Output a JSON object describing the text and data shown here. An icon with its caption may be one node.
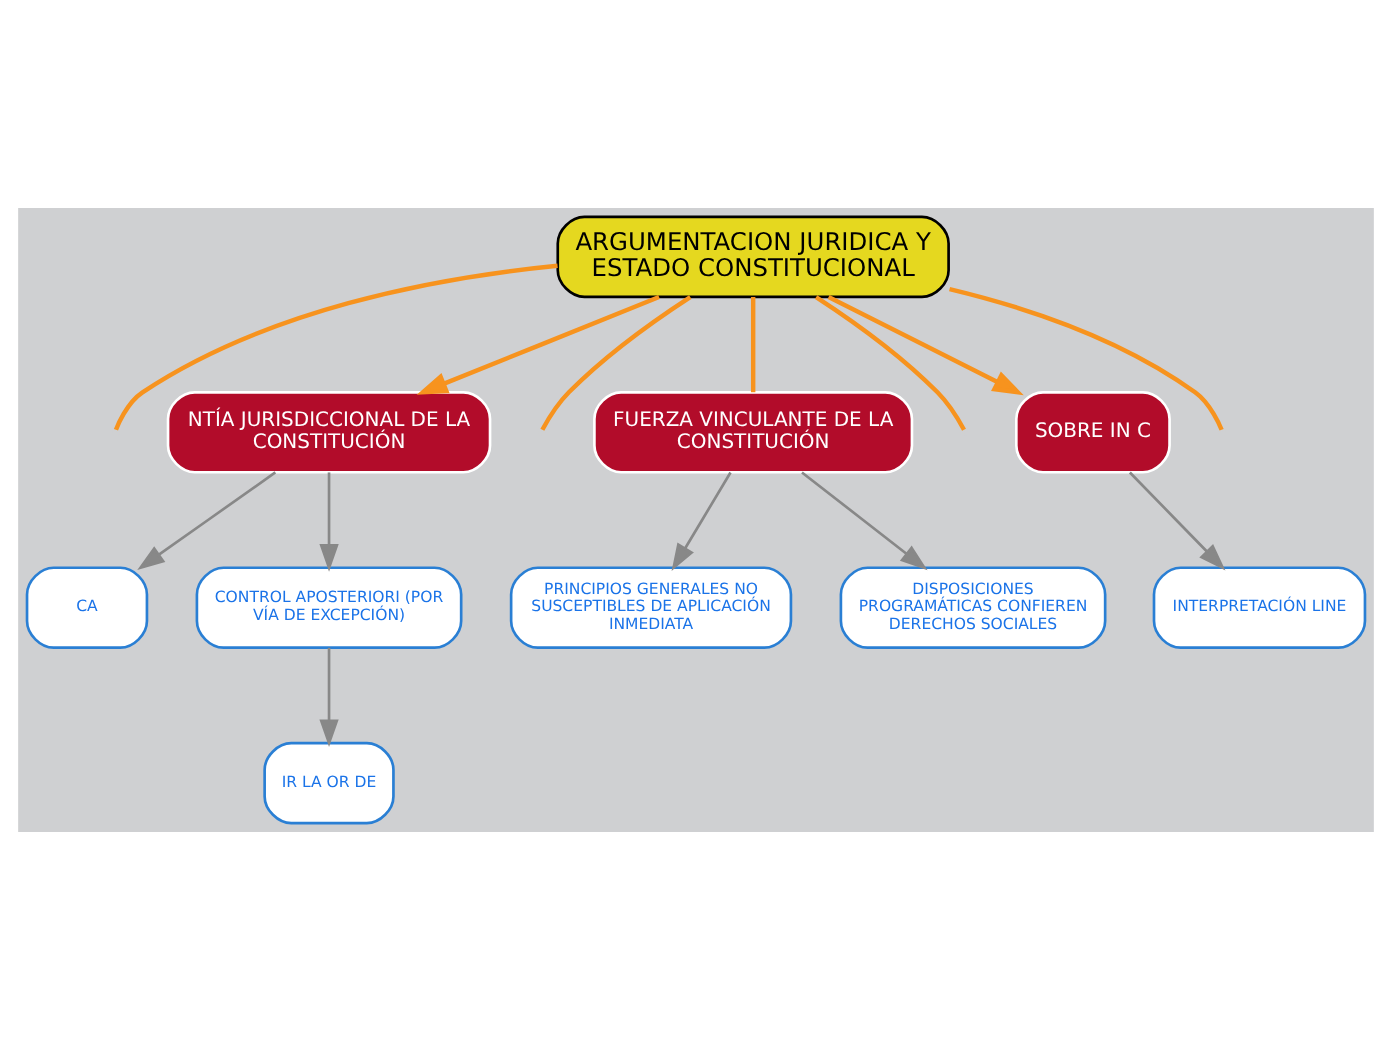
{
  "diagram": {
    "nodes": [
      {
        "text": [
          "ARGUMENTACION JURIDICA Y ESTADO CONSTITUCIONAL"
        ]
      },
      {
        "text": [
          "NTÍA JURISDICCIONAL DE LA CONSTITUCIÓN"
        ]
      },
      {
        "text": [
          "CA"
        ]
      },
      {
        "text": [
          "CONTROL APOSTERIORI (POR VÍA DE EXCEPCIÓN)"
        ]
      },
      {
        "text": [
          "IR LA OR DE"
        ]
      },
      {
        "text": [
          "FUERZA VINCULANTE DE LA CONSTITUCIÓN"
        ]
      },
      {
        "text": [
          "PRINCIPIOS GENERALES NO SUSCEPTIBLES DE APLICACIÓN INMEDIATA"
        ]
      },
      {
        "text": [
          "DISPOSICIONES PROGRAMÁTICAS CONFIEREN DERECHOS SOCIALES"
        ]
      },
      {
        "text": [
          "SOBRE IN C"
        ]
      },
      {
        "text": [
          "INTERPRETACIÓN LINE"
        ]
      }
    ],
    "edges": [
      {
        "from": 0,
        "to": null,
        "arrow": "none",
        "color": "#f7931e"
      },
      {
        "from": 0,
        "to": 1,
        "arrow": "to",
        "color": "#f7931e"
      },
      {
        "from": 0,
        "to": null,
        "arrow": "none",
        "color": "#f7931e"
      },
      {
        "from": 0,
        "to": 5,
        "arrow": "none",
        "color": "#f7931e"
      },
      {
        "from": 0,
        "to": null,
        "arrow": "none",
        "color": "#f7931e"
      },
      {
        "from": 0,
        "to": 8,
        "arrow": "to",
        "color": "#f7931e"
      },
      {
        "from": 0,
        "to": null,
        "arrow": "none",
        "color": "#f7931e"
      },
      {
        "from": 1,
        "to": 2,
        "arrow": "to",
        "color": "#888888"
      },
      {
        "from": 1,
        "to": 3,
        "arrow": "to",
        "color": "#888888"
      },
      {
        "from": 3,
        "to": 4,
        "arrow": "to",
        "color": "#888888"
      },
      {
        "from": 5,
        "to": 6,
        "arrow": "to",
        "color": "#888888"
      },
      {
        "from": 5,
        "to": 7,
        "arrow": "to",
        "color": "#888888"
      },
      {
        "from": 8,
        "to": 9,
        "arrow": "to",
        "color": "#888888"
      }
    ]
  }
}
